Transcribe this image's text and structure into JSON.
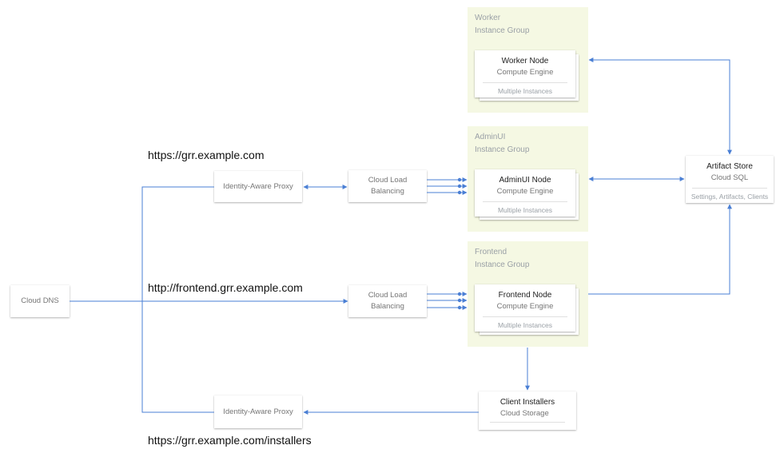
{
  "urls": {
    "admin": "https://grr.example.com",
    "frontend": "http://frontend.grr.example.com",
    "installers": "https://grr.example.com/installers"
  },
  "groups": {
    "worker": {
      "line1": "Worker",
      "line2": "Instance Group"
    },
    "adminui": {
      "line1": "AdminUI",
      "line2": "Instance Group"
    },
    "frontend": {
      "line1": "Frontend",
      "line2": "Instance Group"
    }
  },
  "nodes": {
    "worker": {
      "title": "Worker Node",
      "subtitle": "Compute Engine",
      "footer": "Multiple Instances"
    },
    "adminui": {
      "title": "AdminUI Node",
      "subtitle": "Compute Engine",
      "footer": "Multiple Instances"
    },
    "frontend": {
      "title": "Frontend Node",
      "subtitle": "Compute Engine",
      "footer": "Multiple Instances"
    },
    "artifact_store": {
      "title": "Artifact Store",
      "subtitle": "Cloud SQL",
      "footer": "Settings, Artifacts, Clients"
    },
    "client_installers": {
      "title": "Client Installers",
      "subtitle": "Cloud Storage"
    }
  },
  "boxes": {
    "cloud_dns": "Cloud DNS",
    "iap_top": "Identity-Aware Proxy",
    "iap_bottom": "Identity-Aware Proxy",
    "lb_top_line1": "Cloud Load",
    "lb_top_line2": "Balancing",
    "lb_bottom_line1": "Cloud Load",
    "lb_bottom_line2": "Balancing"
  },
  "colors": {
    "connector": "#4a7fd4",
    "group_background": "#f5f8e3"
  }
}
